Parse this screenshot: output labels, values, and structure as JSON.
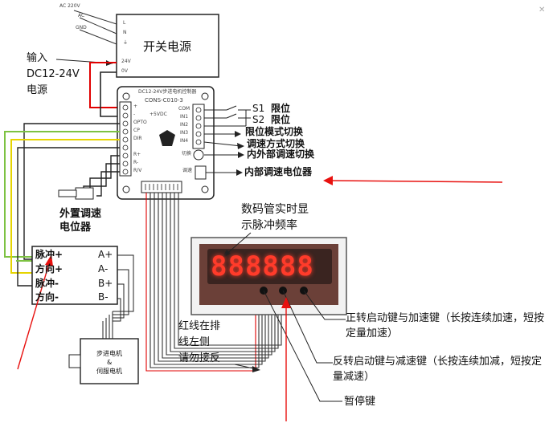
{
  "power_supply": {
    "input_labels": [
      "AC 220V",
      "AC",
      "GND"
    ],
    "terminal_labels": [
      "L",
      "N",
      "⏚",
      "24V",
      "0V"
    ],
    "title": "开关电源"
  },
  "input_label": {
    "line1": "输入",
    "line2": "DC12-24V",
    "line3": "电源"
  },
  "controller": {
    "board_title": "DC12-24V步进电机控制器",
    "model": "CONS-C010-3",
    "left_terminals": [
      "+",
      "-",
      "OPTO",
      "CP",
      "DIR",
      "",
      "R+",
      "R-",
      "R/V"
    ],
    "right_terminals": [
      "COM",
      "IN1",
      "IN2",
      "IN3",
      "IN4"
    ],
    "small_labels": [
      "+5VDC",
      "切换",
      "调速"
    ]
  },
  "switch_labels": {
    "s1": "S1",
    "s1_text": "限位",
    "s2": "S2",
    "s2_text": "限位",
    "mode": "限位模式切换",
    "speed_mode": "调速方式切换",
    "internal_external": "内外部调速切换",
    "internal_pot": "内部调速电位器"
  },
  "external_pot": {
    "line1": "外置调速",
    "line2": "电位器"
  },
  "driver": {
    "left": [
      "脉冲+",
      "方向+",
      "脉冲-",
      "方向-"
    ],
    "right": [
      "A+",
      "A-",
      "B+",
      "B-"
    ]
  },
  "motor": {
    "line1": "步进电机",
    "line2": "&",
    "line3": "伺服电机"
  },
  "display": {
    "annotation_line1": "数码管实时显",
    "annotation_line2": "示脉冲频率",
    "digits": "888888"
  },
  "ribbon_note": {
    "line1": "红线在排",
    "line2": "线左侧",
    "line3": "请勿接反"
  },
  "key_notes": {
    "fwd": "正转启动键与加速键（长按连续加速，短按定量加速）",
    "rev": "反转启动键与减速键（长按连续加减，短按定量减速）",
    "pause": "暂停键"
  },
  "colors": {
    "red_wire": "#e00000",
    "arrow": "#e8110f",
    "green_wire": "#7dc242",
    "yellow_wire": "#e6d400",
    "display_body": "#6b4038",
    "digit": "#ff3b2a"
  }
}
